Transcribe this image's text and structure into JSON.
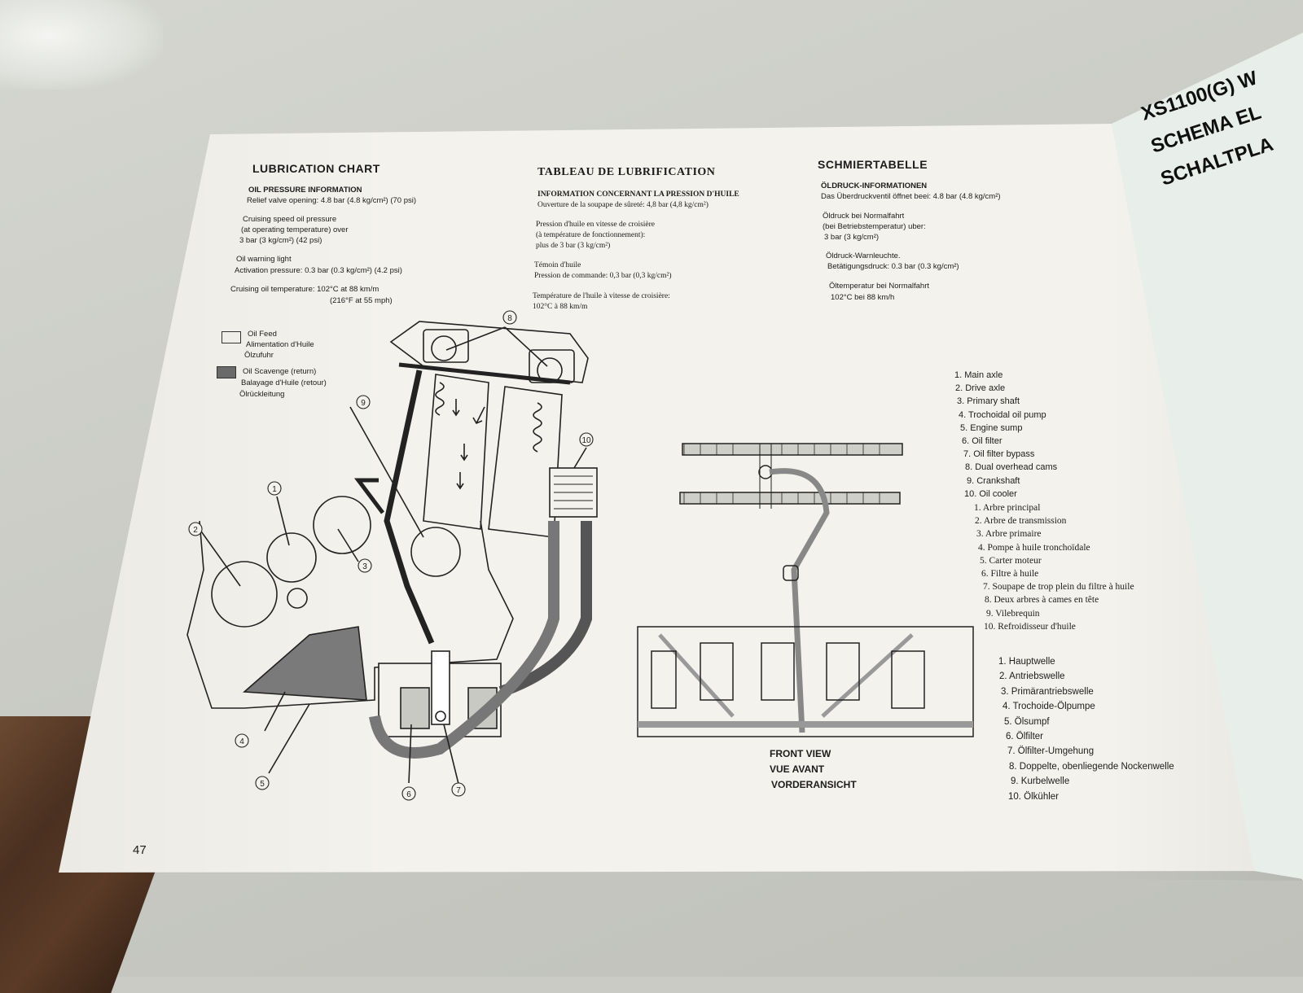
{
  "left_page": {
    "page_number": "47",
    "en": {
      "title": "LUBRICATION CHART",
      "oil_pressure_heading": "OIL PRESSURE INFORMATION",
      "relief_valve": "Relief valve opening: 4.8 bar (4.8 kg/cm²) (70 psi)",
      "cruising_pressure_1": "Cruising speed oil pressure",
      "cruising_pressure_2": "(at operating temperature) over",
      "cruising_pressure_3": "3 bar (3 kg/cm²) (42 psi)",
      "warning_light_1": "Oil warning light",
      "warning_light_2": "Activation pressure: 0.3 bar (0.3 kg/cm²) (4.2 psi)",
      "cruising_temp_1": "Cruising oil temperature: 102°C at 88 km/m",
      "cruising_temp_2": "(216°F at 55 mph)"
    },
    "fr": {
      "title": "TABLEAU DE LUBRIFICATION",
      "heading": "INFORMATION CONCERNANT LA PRESSION D'HUILE",
      "relief": "Ouverture de la soupape de sûreté: 4,8 bar (4,8 kg/cm²)",
      "cruising_1": "Pression d'huile en vitesse de croisière",
      "cruising_2": "(à température de fonctionnement):",
      "cruising_3": "plus de 3 bar (3 kg/cm²)",
      "warning_1": "Témoin d'huile",
      "warning_2": "Pression de commande: 0,3 bar (0,3 kg/cm²)",
      "temp_1": "Température de l'huile à vitesse de croisière:",
      "temp_2": "102°C à 88 km/m"
    },
    "de": {
      "title": "SCHMIERTABELLE",
      "heading": "ÖLDRUCK-INFORMATIONEN",
      "relief": "Das Überdruckventil öffnet beei: 4.8 bar (4.8 kg/cm²)",
      "cruising_1": "Öldruck bei Normalfahrt",
      "cruising_2": "(bei Betriebstemperatur) uber:",
      "cruising_3": "3 bar (3 kg/cm²)",
      "warning_1": "Öldruck-Warnleuchte.",
      "warning_2": "Betätigungsdruck: 0.3 bar (0.3 kg/cm²)",
      "temp_1": "Öltemperatur bei Normalfahrt",
      "temp_2": "102°C bei 88 km/h"
    },
    "legend": {
      "feed_en": "Oil Feed",
      "feed_fr": "Alimentation d'Huile",
      "feed_de": "Ölzufuhr",
      "scavenge_en": "Oil Scavenge (return)",
      "scavenge_fr": "Balayage d'Huile (retour)",
      "scavenge_de": "Ölrückleitung",
      "feed_color": "#f3f2ec",
      "scavenge_color": "#6a6a6a"
    },
    "callouts": [
      "1",
      "2",
      "3",
      "4",
      "5",
      "6",
      "7",
      "8",
      "9",
      "10"
    ],
    "front_view": {
      "en": "FRONT VIEW",
      "fr": "VUE AVANT",
      "de": "VORDERANSICHT"
    },
    "parts_en": [
      "1.  Main axle",
      "2.  Drive axle",
      "3.  Primary shaft",
      "4.  Trochoidal oil pump",
      "5.  Engine sump",
      "6.  Oil filter",
      "7.  Oil filter bypass",
      "8.  Dual overhead cams",
      "9.  Crankshaft",
      "10.  Oil cooler"
    ],
    "parts_fr": [
      "1.  Arbre principal",
      "2.  Arbre de transmission",
      "3.  Arbre primaire",
      "4.  Pompe à huile tronchoïdale",
      "5.  Carter moteur",
      "6.  Filtre à huile",
      "7.  Soupape de trop plein du filtre à huile",
      "8.  Deux arbres à cames en tête",
      "9.  Vilebrequin",
      "10.  Refroidisseur d'huile"
    ],
    "parts_de": [
      "1.  Hauptwelle",
      "2.  Antriebswelle",
      "3.  Primärantriebswelle",
      "4.  Trochoide-Ölpumpe",
      "5.  Ölsumpf",
      "6.  Ölfilter",
      "7.  Ölfilter-Umgehung",
      "8.  Doppelte, obenliegende Nockenwelle",
      "9.  Kurbelwelle",
      "10.  Ölkühler"
    ]
  },
  "right_page": {
    "line1": "XS1100(G) W",
    "line2": "SCHEMA EL",
    "line3": "SCHALTPLA"
  }
}
